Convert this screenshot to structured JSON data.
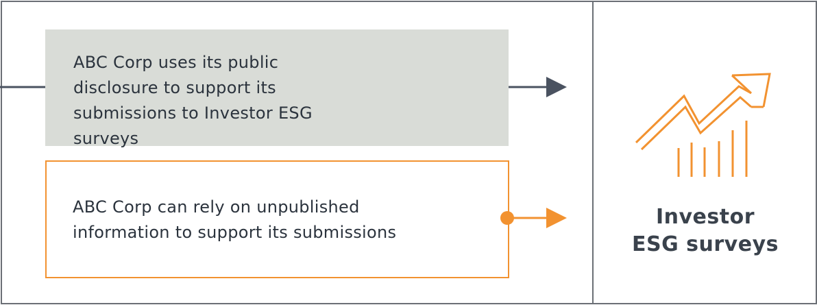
{
  "diagram": {
    "public_box": {
      "text": "ABC Corp uses its public disclosure to support its submissions to Investor ESG surveys"
    },
    "unpublished_box": {
      "text": "ABC Corp can rely on unpublished information to support its submissions"
    },
    "target": {
      "title_line1": "Investor",
      "title_line2": "ESG surveys",
      "icon": "growth-chart-icon"
    }
  },
  "colors": {
    "dark": "#4a5260",
    "orange": "#f29230",
    "grey_box": "#d9dcd7",
    "border": "#6b6f75"
  }
}
